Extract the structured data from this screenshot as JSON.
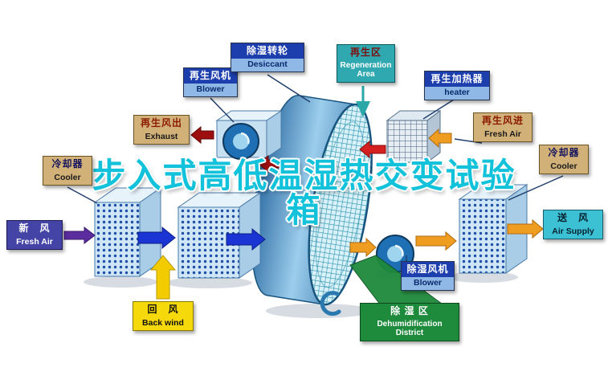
{
  "watermark": {
    "line1": "步入式高低温湿热交变试验",
    "line2": "箱"
  },
  "labels": {
    "regen_blower": {
      "zh": "再生风机",
      "en": "Blower"
    },
    "desiccant": {
      "zh": "除湿转轮",
      "en": "Desiccant"
    },
    "regeneration_area": {
      "zh": "再生区",
      "en": "Regeneration Area"
    },
    "regen_heater": {
      "zh": "再生加热器",
      "en": "heater"
    },
    "regen_exhaust": {
      "zh": "再生风出",
      "en": "Exhaust"
    },
    "regen_fresh_air": {
      "zh": "再生风进",
      "en": "Fresh Air"
    },
    "cooler_left": {
      "zh": "冷却器",
      "en": "Cooler"
    },
    "cooler_right": {
      "zh": "冷却器",
      "en": "Cooler"
    },
    "fresh_air": {
      "zh": "新　风",
      "en": "Fresh Air"
    },
    "air_supply": {
      "zh": "送　风",
      "en": "Air Supply"
    },
    "back_wind": {
      "zh": "回　风",
      "en": "Back wind"
    },
    "dehumid_blower": {
      "zh": "除湿风机",
      "en": "Blower"
    },
    "dehumid_district": {
      "zh": "除 湿 区",
      "en": "Dehumidification District"
    }
  },
  "colors": {
    "watermark_cyan": "#12c2da",
    "label_blue": "#1d3fae",
    "label_blue_light": "#8fb8e6",
    "label_teal": "#2fa8b0",
    "label_tan": "#d2b178",
    "label_purple": "#4444a6",
    "label_cyan": "#3cc0d4",
    "label_yellow": "#f6d90a",
    "label_green": "#1e8a3c",
    "arrow_blue": "#1a35d4",
    "arrow_purple": "#5b2d9e",
    "arrow_yellow": "#f2cc00",
    "arrow_orange": "#ef9d20",
    "arrow_red": "#d42020",
    "arrow_dark_red": "#9e1010",
    "arrow_teal": "#2aa7a7",
    "wheel_blue": "#2e6da4",
    "unit_face_blue": "#cfe6f7"
  }
}
